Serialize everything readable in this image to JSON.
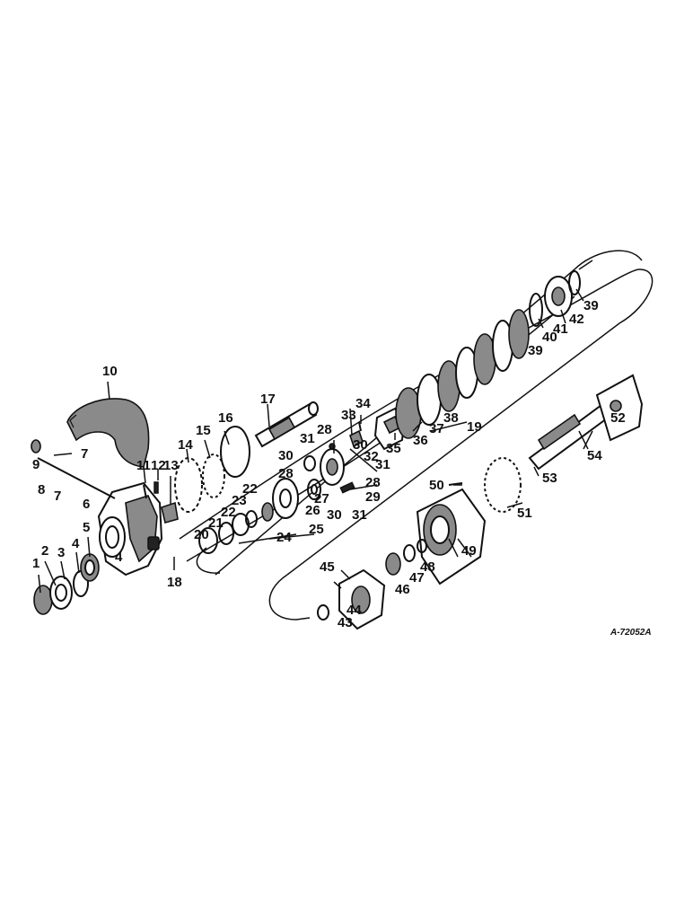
{
  "figure": {
    "reference_code": "A-72052A"
  },
  "callouts": [
    {
      "id": "1",
      "label": "1"
    },
    {
      "id": "2",
      "label": "2"
    },
    {
      "id": "3",
      "label": "3"
    },
    {
      "id": "4a",
      "label": "4"
    },
    {
      "id": "4b",
      "label": "4"
    },
    {
      "id": "5",
      "label": "5"
    },
    {
      "id": "6",
      "label": "6"
    },
    {
      "id": "7a",
      "label": "7"
    },
    {
      "id": "7b",
      "label": "7"
    },
    {
      "id": "8",
      "label": "8"
    },
    {
      "id": "9",
      "label": "9"
    },
    {
      "id": "10",
      "label": "10"
    },
    {
      "id": "11",
      "label": "11"
    },
    {
      "id": "12",
      "label": "12"
    },
    {
      "id": "13",
      "label": "13"
    },
    {
      "id": "14",
      "label": "14"
    },
    {
      "id": "15",
      "label": "15"
    },
    {
      "id": "16",
      "label": "16"
    },
    {
      "id": "17",
      "label": "17"
    },
    {
      "id": "18",
      "label": "18"
    },
    {
      "id": "19",
      "label": "19"
    },
    {
      "id": "20",
      "label": "20"
    },
    {
      "id": "21",
      "label": "21"
    },
    {
      "id": "22a",
      "label": "22"
    },
    {
      "id": "22b",
      "label": "22"
    },
    {
      "id": "23",
      "label": "23"
    },
    {
      "id": "24",
      "label": "24"
    },
    {
      "id": "25",
      "label": "25"
    },
    {
      "id": "26",
      "label": "26"
    },
    {
      "id": "27",
      "label": "27"
    },
    {
      "id": "28a",
      "label": "28"
    },
    {
      "id": "28b",
      "label": "28"
    },
    {
      "id": "28c",
      "label": "28"
    },
    {
      "id": "29",
      "label": "29"
    },
    {
      "id": "30a",
      "label": "30"
    },
    {
      "id": "30b",
      "label": "30"
    },
    {
      "id": "30c",
      "label": "30"
    },
    {
      "id": "31a",
      "label": "31"
    },
    {
      "id": "31b",
      "label": "31"
    },
    {
      "id": "31c",
      "label": "31"
    },
    {
      "id": "32",
      "label": "32"
    },
    {
      "id": "33",
      "label": "33"
    },
    {
      "id": "34",
      "label": "34"
    },
    {
      "id": "35",
      "label": "35"
    },
    {
      "id": "36",
      "label": "36"
    },
    {
      "id": "37",
      "label": "37"
    },
    {
      "id": "38",
      "label": "38"
    },
    {
      "id": "39a",
      "label": "39"
    },
    {
      "id": "39b",
      "label": "39"
    },
    {
      "id": "40",
      "label": "40"
    },
    {
      "id": "41",
      "label": "41"
    },
    {
      "id": "42",
      "label": "42"
    },
    {
      "id": "43",
      "label": "43"
    },
    {
      "id": "44",
      "label": "44"
    },
    {
      "id": "45",
      "label": "45"
    },
    {
      "id": "46",
      "label": "46"
    },
    {
      "id": "47",
      "label": "47"
    },
    {
      "id": "48",
      "label": "48"
    },
    {
      "id": "49",
      "label": "49"
    },
    {
      "id": "50",
      "label": "50"
    },
    {
      "id": "51",
      "label": "51"
    },
    {
      "id": "52",
      "label": "52"
    },
    {
      "id": "53",
      "label": "53"
    },
    {
      "id": "54",
      "label": "54"
    }
  ]
}
